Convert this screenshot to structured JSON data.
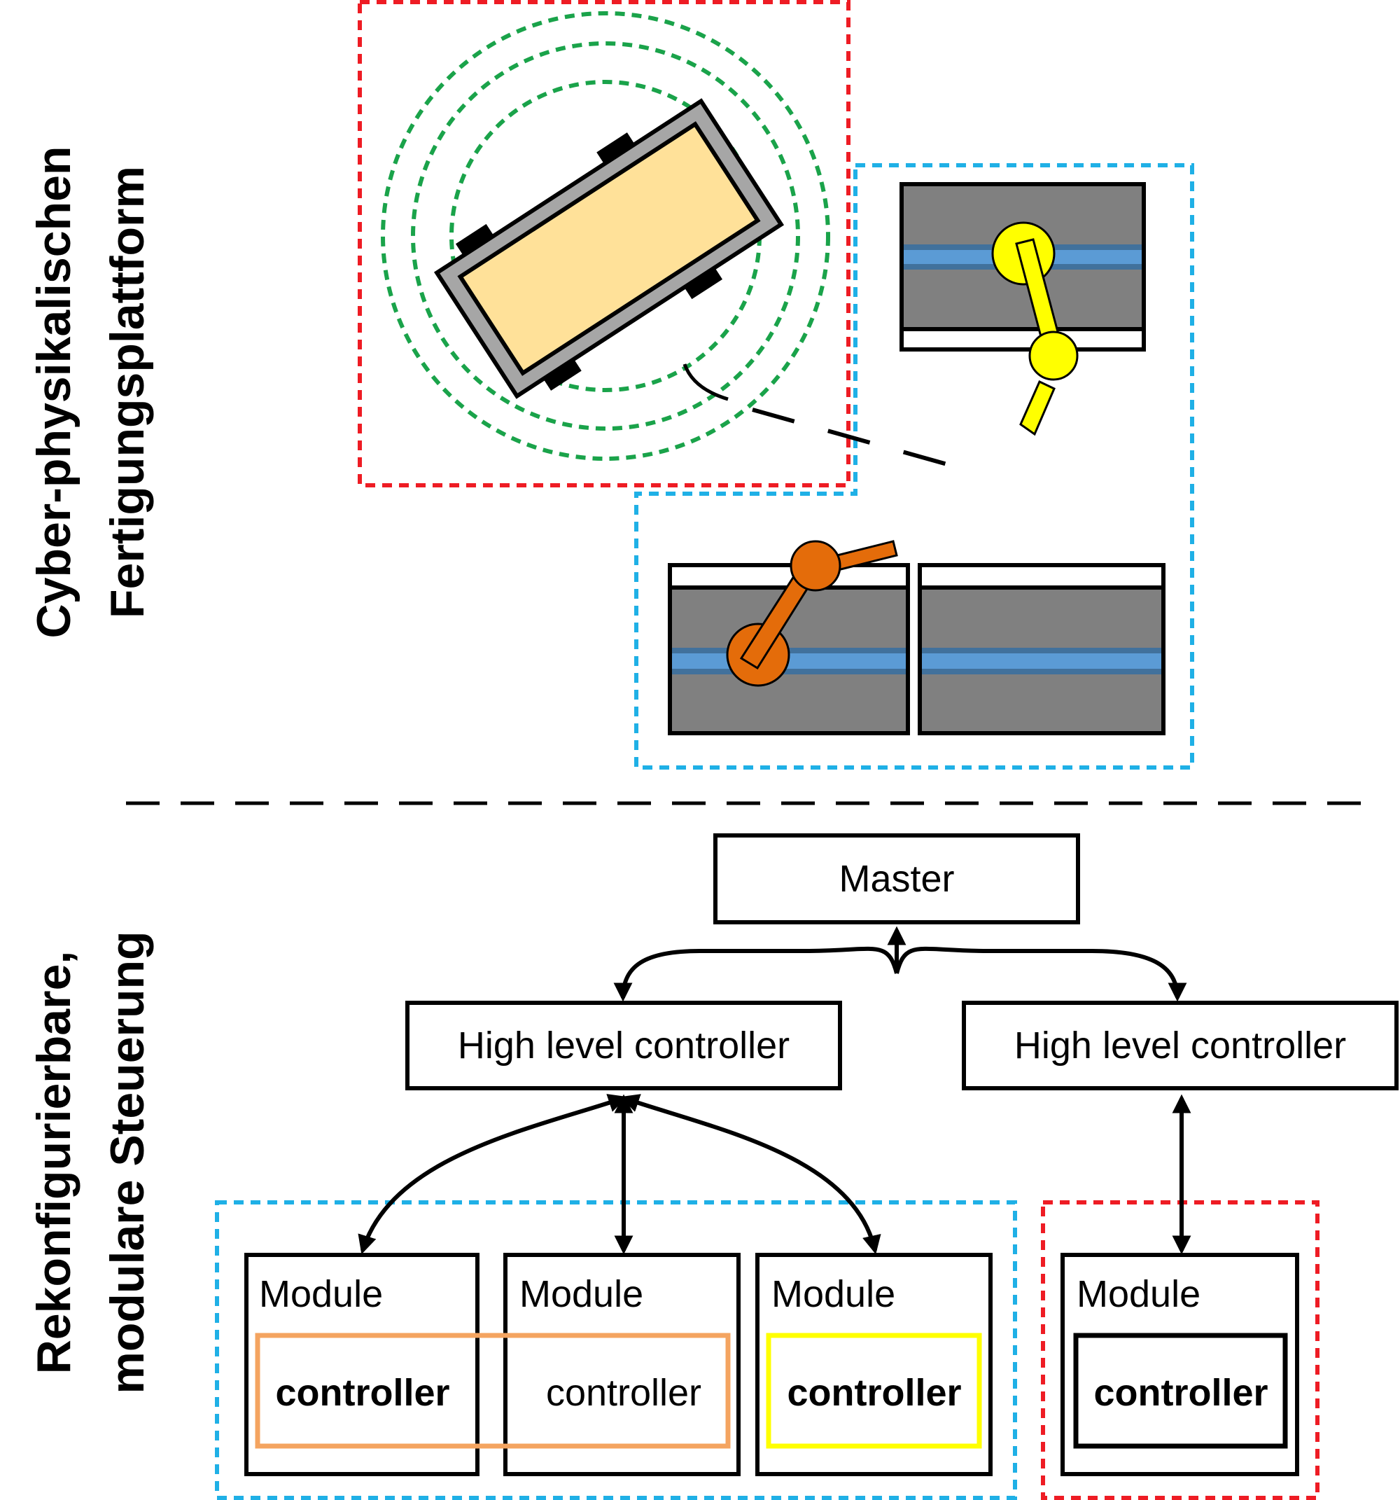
{
  "side_titles": {
    "top_line1": "Cyber-physikalischen",
    "top_line2": "Fertigungsplattform",
    "bottom_line1": "Rekonfigurierbare,",
    "bottom_line2": "modulare Steuerung"
  },
  "master": {
    "label": "Master"
  },
  "high_level_controllers": [
    {
      "label": "High level controller"
    },
    {
      "label": "High level controller"
    }
  ],
  "modules": [
    {
      "module_label": "Module",
      "controller_label": "controller",
      "controller_bold": true
    },
    {
      "module_label": "Module",
      "controller_label": "controller",
      "controller_bold": false
    },
    {
      "module_label": "Module",
      "controller_label": "controller",
      "controller_bold": true
    },
    {
      "module_label": "Module",
      "controller_label": "controller",
      "controller_bold": true
    }
  ],
  "colors": {
    "red_group": "#ee1c24",
    "blue_group": "#1fb0e6",
    "green_range": "#1aa34a",
    "agv_body": "#ffe199",
    "agv_frame": "#a6a6a6",
    "conveyor_gray": "#808080",
    "belt_blue": "#5b9bd5",
    "belt_dark": "#41719c",
    "robot_yellow": "#ffff00",
    "robot_orange": "#e46c0a",
    "orange_group": "#f4a460",
    "yellow_group": "#ffff00"
  }
}
